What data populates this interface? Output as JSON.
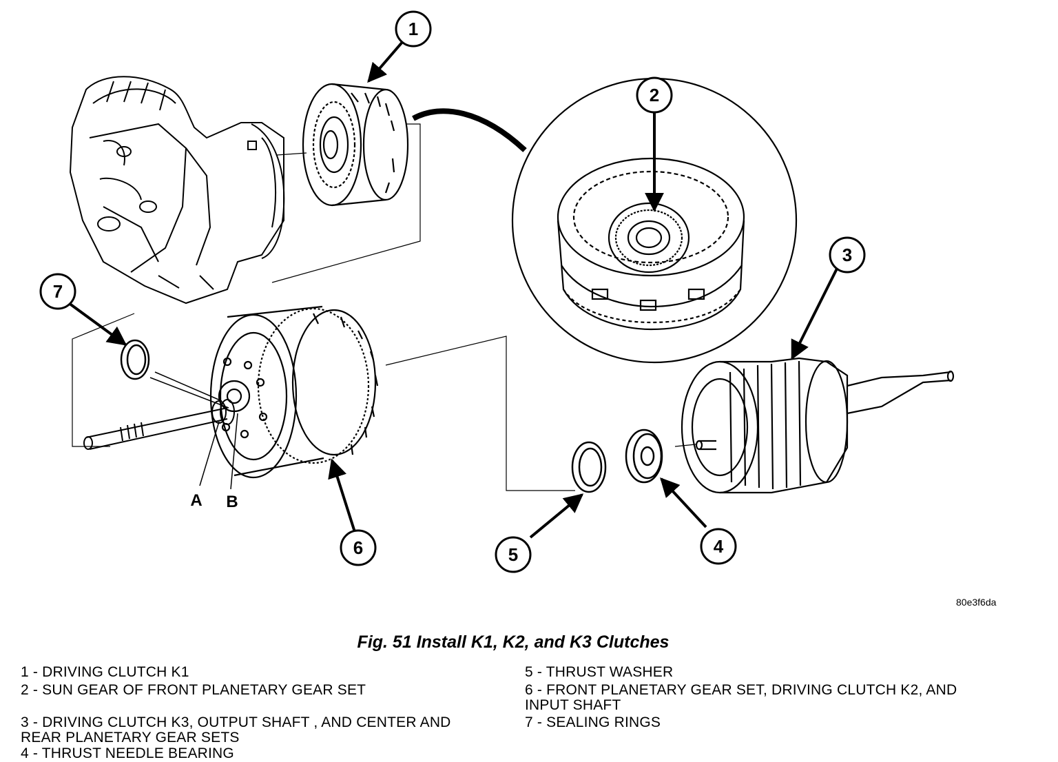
{
  "figure": {
    "code": "80e3f6da",
    "caption": "Fig. 51 Install K1, K2, and K3 Clutches"
  },
  "callouts": [
    "1",
    "2",
    "3",
    "4",
    "5",
    "6",
    "7"
  ],
  "letters": [
    "A",
    "B"
  ],
  "legend": {
    "left": [
      "1 - DRIVING CLUTCH K1",
      "2 - SUN GEAR OF FRONT PLANETARY GEAR SET",
      "3 - DRIVING CLUTCH K3, OUTPUT SHAFT , AND CENTER AND",
      "REAR PLANETARY GEAR SETS",
      "4 - THRUST NEEDLE BEARING"
    ],
    "right": [
      "5 - THRUST WASHER",
      "6 - FRONT PLANETARY GEAR SET, DRIVING CLUTCH K2, AND",
      "INPUT SHAFT",
      "7 - SEALING RINGS"
    ]
  }
}
